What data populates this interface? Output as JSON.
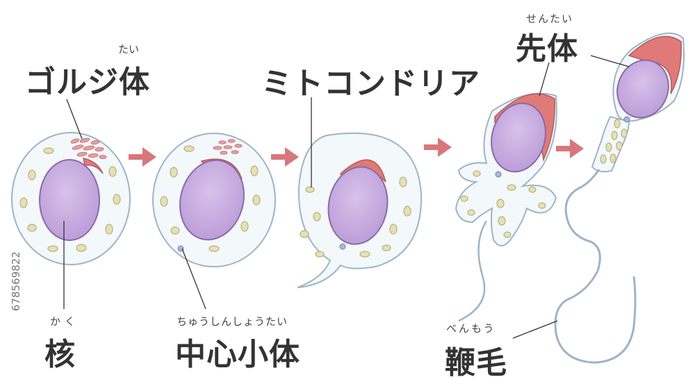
{
  "labels": {
    "golgi": "ゴルジ体",
    "golgi_ruby": "たい",
    "mitochondria": "ミトコンドリア",
    "acrosome": "先体",
    "acrosome_ruby": "せんたい",
    "nucleus": "核",
    "nucleus_ruby": "かく",
    "centriole": "中心小体",
    "centriole_ruby": "ちゅうしんしょうたい",
    "flagellum": "鞭毛",
    "flagellum_ruby": "べんもう"
  },
  "stock_id": "678569822",
  "colors": {
    "cytoplasm": "#f3f8fb",
    "outline": "#9fb3c8",
    "nucleus": "#c9aee0",
    "nucleus_edge": "#8a6aa8",
    "acrosome": "#df7a78",
    "mito": "#e5e1b6",
    "arrow": "#d9767a"
  }
}
